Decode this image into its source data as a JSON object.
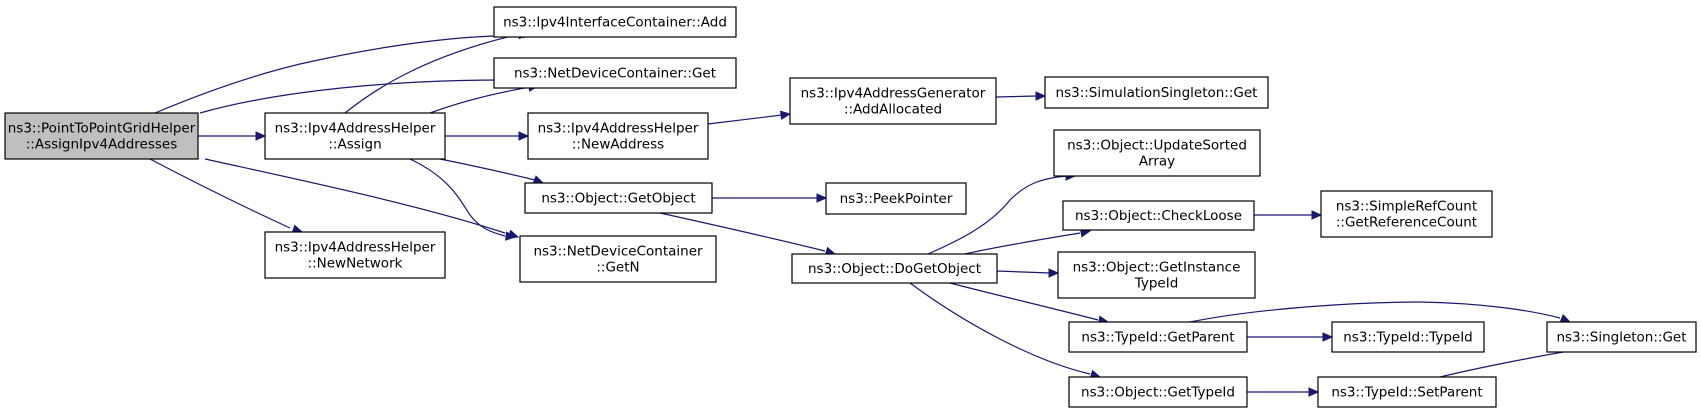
{
  "graph": {
    "title": "",
    "colors": {
      "root_fill": "#bfbfbf",
      "node_fill": "#ffffff",
      "edge": "#191970",
      "border": "#000000"
    },
    "nodes": [
      {
        "id": "root",
        "lines": [
          "ns3::PointToPointGridHelper",
          "::AssignIpv4Addresses"
        ],
        "root": true
      },
      {
        "id": "assign",
        "lines": [
          "ns3::Ipv4AddressHelper",
          "::Assign"
        ]
      },
      {
        "id": "newnetwork",
        "lines": [
          "ns3::Ipv4AddressHelper",
          "::NewNetwork"
        ]
      },
      {
        "id": "ifcadd",
        "lines": [
          "ns3::Ipv4InterfaceContainer::Add"
        ]
      },
      {
        "id": "ndcget",
        "lines": [
          "ns3::NetDeviceContainer::Get"
        ]
      },
      {
        "id": "newaddress",
        "lines": [
          "ns3::Ipv4AddressHelper",
          "::NewAddress"
        ]
      },
      {
        "id": "getobject",
        "lines": [
          "ns3::Object::GetObject"
        ]
      },
      {
        "id": "getn",
        "lines": [
          "ns3::NetDeviceContainer",
          "::GetN"
        ]
      },
      {
        "id": "addallocated",
        "lines": [
          "ns3::Ipv4AddressGenerator",
          "::AddAllocated"
        ]
      },
      {
        "id": "simsingleton",
        "lines": [
          "ns3::SimulationSingleton::Get"
        ]
      },
      {
        "id": "peekpointer",
        "lines": [
          "ns3::PeekPointer"
        ]
      },
      {
        "id": "dogetobject",
        "lines": [
          "ns3::Object::DoGetObject"
        ]
      },
      {
        "id": "updatesorted",
        "lines": [
          "ns3::Object::UpdateSorted",
          "Array"
        ]
      },
      {
        "id": "checkloose",
        "lines": [
          "ns3::Object::CheckLoose"
        ]
      },
      {
        "id": "getrefcount",
        "lines": [
          "ns3::SimpleRefCount",
          "::GetReferenceCount"
        ]
      },
      {
        "id": "getinstance",
        "lines": [
          "ns3::Object::GetInstance",
          "TypeId"
        ]
      },
      {
        "id": "getparent",
        "lines": [
          "ns3::TypeId::GetParent"
        ]
      },
      {
        "id": "typeid",
        "lines": [
          "ns3::TypeId::TypeId"
        ]
      },
      {
        "id": "singletonget",
        "lines": [
          "ns3::Singleton::Get"
        ]
      },
      {
        "id": "gettypeid",
        "lines": [
          "ns3::Object::GetTypeId"
        ]
      },
      {
        "id": "setparent",
        "lines": [
          "ns3::TypeId::SetParent"
        ]
      }
    ],
    "edges": [
      {
        "from": "root",
        "to": "ifcadd"
      },
      {
        "from": "root",
        "to": "ndcget"
      },
      {
        "from": "root",
        "to": "assign"
      },
      {
        "from": "root",
        "to": "getn"
      },
      {
        "from": "root",
        "to": "newnetwork"
      },
      {
        "from": "assign",
        "to": "ifcadd"
      },
      {
        "from": "assign",
        "to": "ndcget"
      },
      {
        "from": "assign",
        "to": "newaddress"
      },
      {
        "from": "assign",
        "to": "getobject"
      },
      {
        "from": "assign",
        "to": "getn"
      },
      {
        "from": "newaddress",
        "to": "addallocated"
      },
      {
        "from": "addallocated",
        "to": "simsingleton"
      },
      {
        "from": "getobject",
        "to": "peekpointer"
      },
      {
        "from": "getobject",
        "to": "dogetobject"
      },
      {
        "from": "dogetobject",
        "to": "updatesorted"
      },
      {
        "from": "dogetobject",
        "to": "checkloose"
      },
      {
        "from": "dogetobject",
        "to": "getinstance"
      },
      {
        "from": "dogetobject",
        "to": "getparent"
      },
      {
        "from": "dogetobject",
        "to": "gettypeid"
      },
      {
        "from": "checkloose",
        "to": "getrefcount"
      },
      {
        "from": "getparent",
        "to": "typeid"
      },
      {
        "from": "getparent",
        "to": "singletonget"
      },
      {
        "from": "gettypeid",
        "to": "setparent"
      },
      {
        "from": "setparent",
        "to": "singletonget"
      }
    ]
  }
}
